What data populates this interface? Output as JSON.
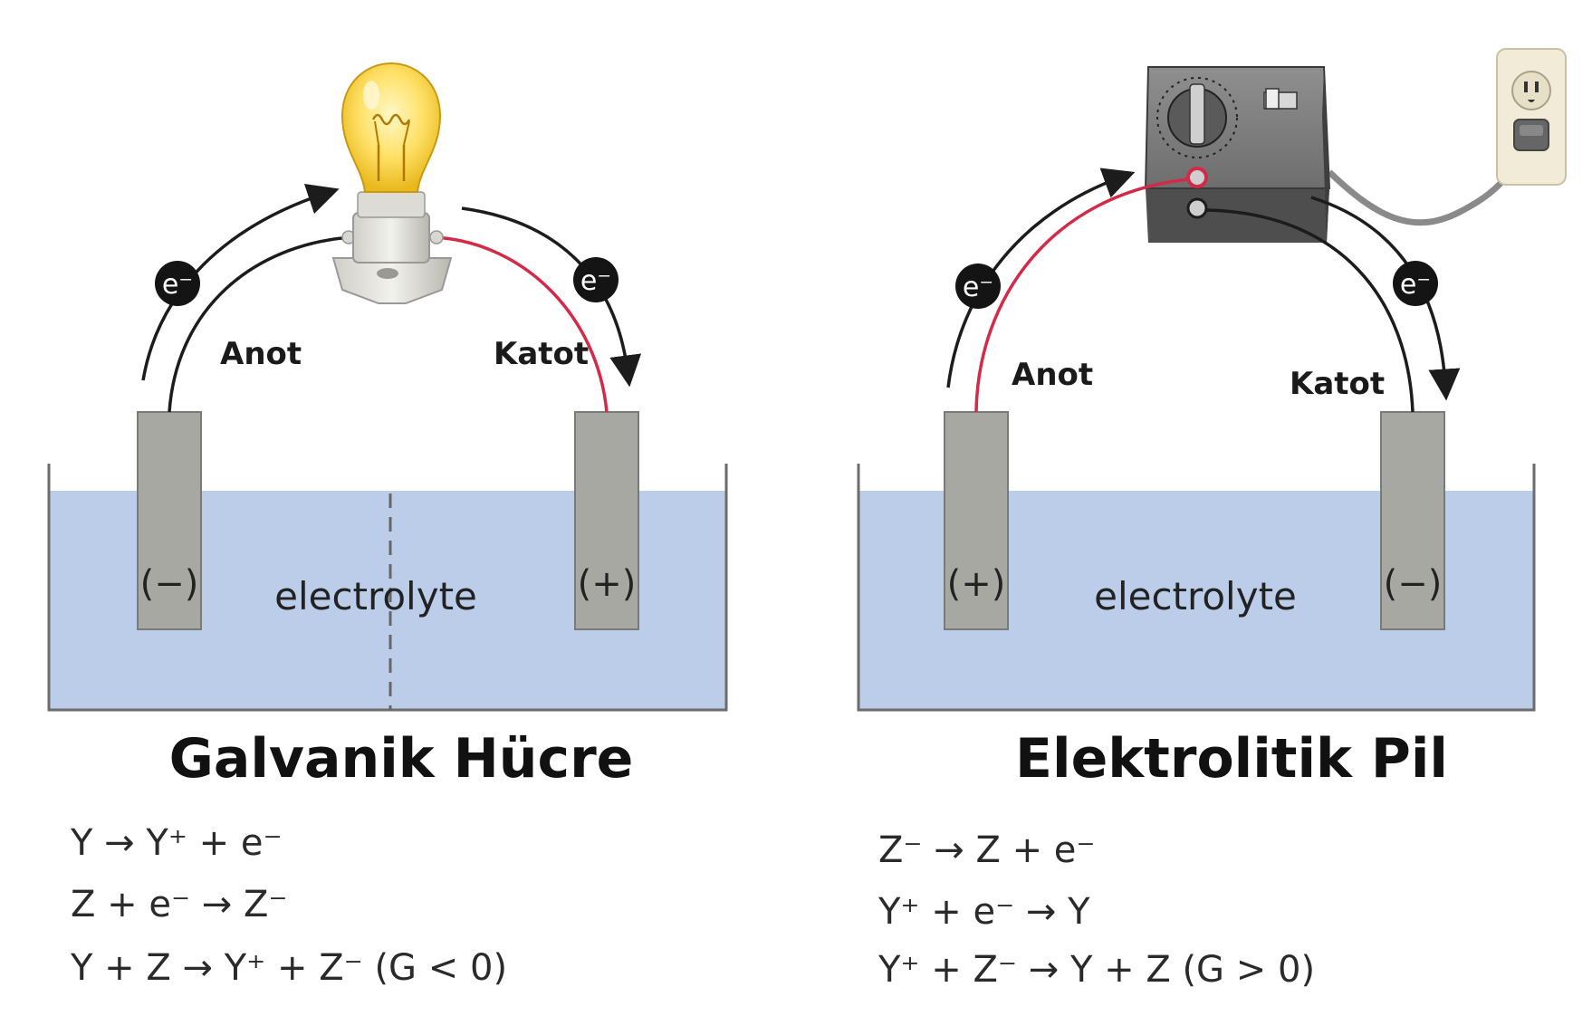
{
  "colors": {
    "electrolyte": "#bccde9",
    "electrode": "#a8a8a3",
    "red_wire": "#d22a48",
    "black_wire": "#1c1c1c",
    "tank_edge": "#6c6c6c"
  },
  "galvanic": {
    "title": "Galvanik Hücre",
    "anode_label": "Anot",
    "cathode_label": "Katot",
    "electrolyte": "electrolyte",
    "anode_sign": "(−)",
    "cathode_sign": "(+)",
    "electron_left": "e⁻",
    "electron_right": "e⁻",
    "device_icon": "light-bulb-icon",
    "equations": [
      "Y → Y⁺ + e⁻",
      "Z + e⁻ → Z⁻",
      "Y + Z → Y⁺ + Z⁻ (G < 0)"
    ]
  },
  "electrolytic": {
    "title": "Elektrolitik Pil",
    "anode_label": "Anot",
    "cathode_label": "Katot",
    "electrolyte": "electrolyte",
    "anode_sign": "(+)",
    "cathode_sign": "(−)",
    "electron_left": "e⁻",
    "electron_right": "e⁻",
    "device_icon": "power-supply-icon",
    "outlet_icon": "wall-outlet-icon",
    "equations": [
      "Z⁻ → Z + e⁻",
      "Y⁺ + e⁻ → Y",
      "Y⁺ + Z⁻ → Y + Z (G > 0)"
    ]
  }
}
